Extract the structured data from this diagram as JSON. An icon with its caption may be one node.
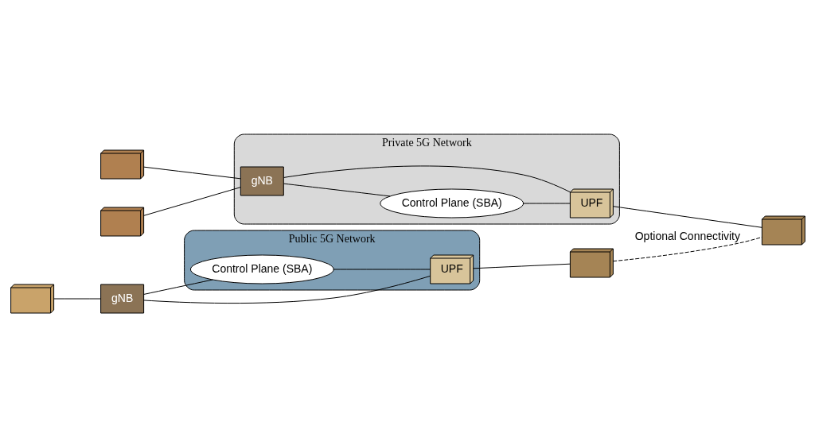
{
  "diagram": {
    "nodes": [
      {
        "text": [
          "Public 5G Network"
        ]
      },
      {
        "text": [
          "Control Plane (SBA)"
        ],
        "in": 0
      },
      {
        "text": [
          "UPF"
        ],
        "in": 0
      },
      {
        "text": [],
        "shape": "picture"
      },
      {
        "text": [
          "gNB"
        ]
      },
      {
        "text": [],
        "shape": "picture"
      },
      {
        "text": [
          "Private 5G Network"
        ]
      },
      {
        "text": [
          "Control Plane (SBA)"
        ],
        "in": 6
      },
      {
        "text": [
          "UPF"
        ],
        "in": 6
      },
      {
        "text": [
          "gNB"
        ],
        "in": 6
      },
      {
        "text": [],
        "shape": "picture"
      },
      {
        "text": [],
        "shape": "picture"
      },
      {
        "text": [],
        "shape": "picture"
      }
    ],
    "edges": [
      {
        "from": 5,
        "to": 4,
        "arrow": "none"
      },
      {
        "from": 4,
        "to": 1,
        "arrow": "none"
      },
      {
        "from": 4,
        "to": 2,
        "arrow": "none"
      },
      {
        "from": 1,
        "to": 2,
        "arrow": "none"
      },
      {
        "from": 2,
        "to": 3,
        "arrow": "none"
      },
      {
        "from": 11,
        "to": 9,
        "arrow": "none"
      },
      {
        "from": 12,
        "to": 9,
        "arrow": "none"
      },
      {
        "from": 9,
        "to": 7,
        "arrow": "none"
      },
      {
        "from": 9,
        "to": 8,
        "arrow": "none"
      },
      {
        "from": 7,
        "to": 8,
        "arrow": "none"
      },
      {
        "from": 8,
        "to": 10,
        "arrow": "none"
      },
      {
        "from": 3,
        "to": 10,
        "arrow": "none",
        "style": "dashed",
        "label": "Optional Connectivity"
      }
    ]
  }
}
